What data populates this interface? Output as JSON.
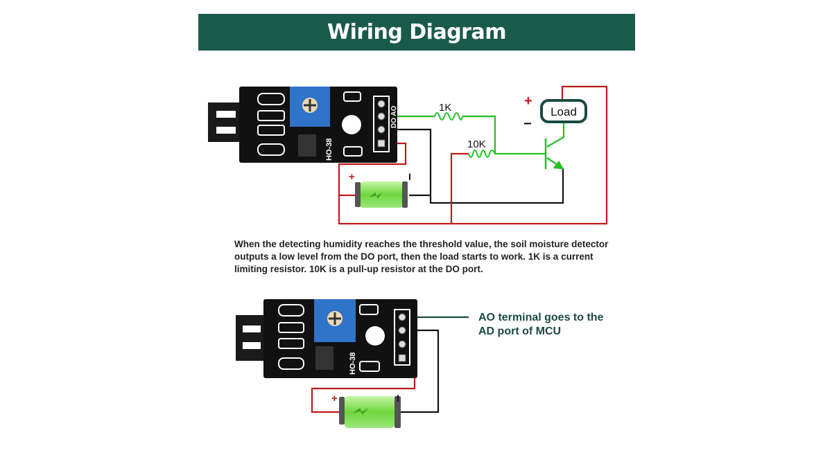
{
  "title": "Wiring Diagram",
  "description": "When the detecting humidity reaches the threshold value, the soil moisture detector outputs a low level from the DO port, then the load starts to work. 1K is a current limiting resistor. 10K is a pull-up resistor at the DO port.",
  "circuit1": {
    "resistor1_label": "1K",
    "resistor2_label": "10K",
    "load_label": "Load",
    "plus": "+",
    "minus": "−",
    "battery_plus": "+",
    "battery_minus": "I",
    "board_model": "HO-38",
    "pin_labels": "DO AO"
  },
  "circuit2": {
    "ao_note_line1": "AO terminal goes to the",
    "ao_note_line2": "AD port of MCU",
    "battery_plus": "+",
    "battery_minus": "I",
    "board_model": "HO-38"
  },
  "colors": {
    "title_bg": "#1a5a4b",
    "wire_red": "#c01818",
    "wire_green": "#22c022",
    "wire_black": "#111111",
    "pcb": "#111111",
    "potentiometer": "#2f74c9",
    "battery": "#7ed957"
  }
}
